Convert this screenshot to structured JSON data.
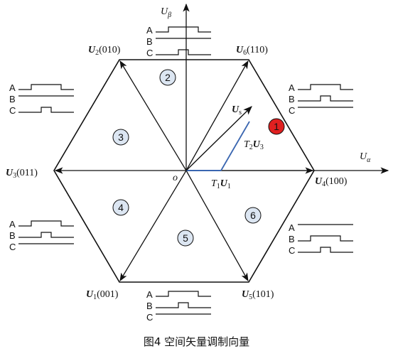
{
  "axes": {
    "beta_label": "U",
    "beta_sub": "β",
    "alpha_label": "U",
    "alpha_sub": "α",
    "origin": "o"
  },
  "vectors": [
    {
      "id": "U4",
      "name": "U",
      "sub": "4",
      "code": "(100)"
    },
    {
      "id": "U6",
      "name": "U",
      "sub": "6",
      "code": "(110)"
    },
    {
      "id": "U2",
      "name": "U",
      "sub": "2",
      "code": "(010)"
    },
    {
      "id": "U3",
      "name": "U",
      "sub": "3",
      "code": "(011)"
    },
    {
      "id": "U1",
      "name": "U",
      "sub": "1",
      "code": "(001)"
    },
    {
      "id": "U5",
      "name": "U",
      "sub": "5",
      "code": "(101)"
    }
  ],
  "sectors": [
    "1",
    "2",
    "3",
    "4",
    "5",
    "6"
  ],
  "highlight_sector": "1",
  "highlight_color": "#e02020",
  "sector_fill": "#dce6f2",
  "vector_color": "#3a66b0",
  "ref_vector": {
    "name": "U",
    "sub": "s"
  },
  "components": {
    "t1": {
      "T": "T",
      "Tsub": "1",
      "U": "U",
      "Usub": "1"
    },
    "t2": {
      "T": "T",
      "Tsub": "2",
      "U": "U",
      "Usub": "3"
    }
  },
  "waveform_phases": [
    "A",
    "B",
    "C"
  ],
  "caption": "图4    空间矢量调制向量"
}
